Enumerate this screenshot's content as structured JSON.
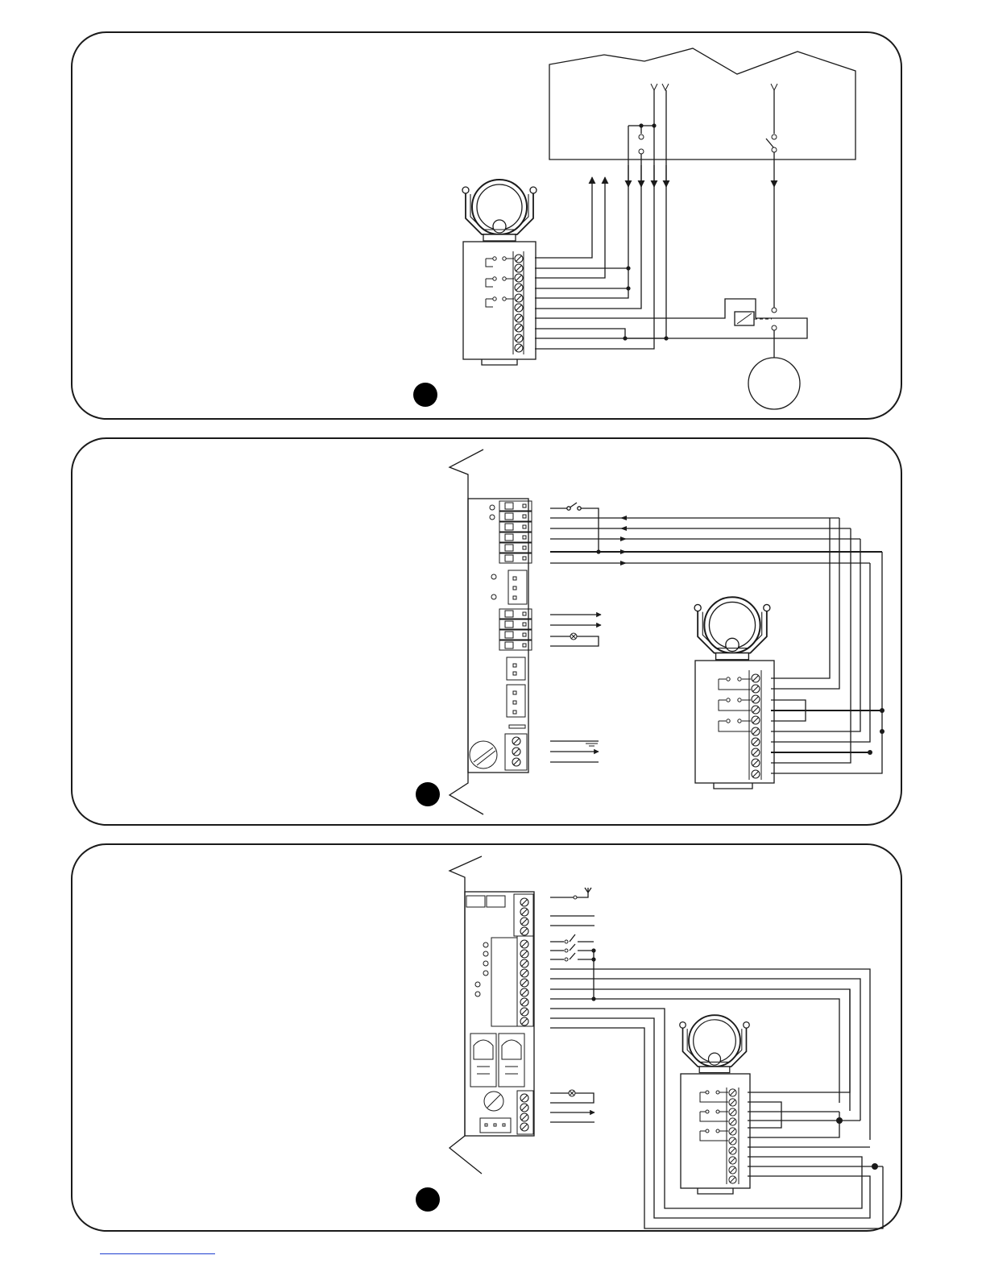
{
  "figures": [
    {
      "id": "wiring-diagram-a",
      "badge": ""
    },
    {
      "id": "wiring-diagram-b",
      "badge": ""
    },
    {
      "id": "wiring-diagram-c",
      "badge": ""
    }
  ],
  "colors": {
    "line": "#1a1a1a",
    "badge": "#000000",
    "link": "#1e3fd0"
  },
  "footer": {
    "link_text": ""
  }
}
